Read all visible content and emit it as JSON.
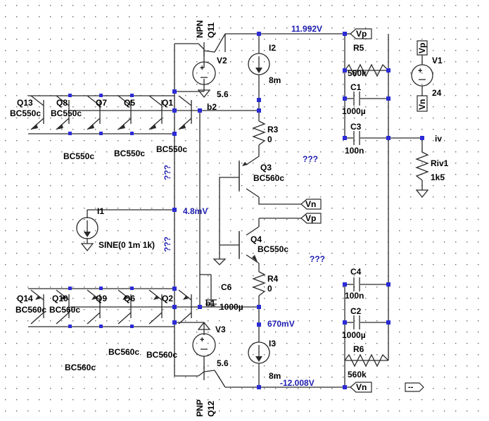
{
  "components": {
    "q11": {
      "name": "Q11",
      "type": "NPN"
    },
    "q12": {
      "name": "Q12",
      "type": "PNP"
    },
    "v2": {
      "name": "V2",
      "value": "5.6"
    },
    "v3": {
      "name": "V3",
      "value": "5.6"
    },
    "i2": {
      "name": "I2",
      "value": "8m"
    },
    "i3": {
      "name": "I3",
      "value": "8m"
    },
    "i1": {
      "name": "I1",
      "value": "SINE(0 1m 1k)"
    },
    "r3": {
      "name": "R3",
      "value": "0"
    },
    "r4": {
      "name": "R4",
      "value": "0"
    },
    "r5": {
      "name": "R5",
      "value": "560k"
    },
    "r6": {
      "name": "R6",
      "value": "560k"
    },
    "c1": {
      "name": "C1",
      "value": "1000µ"
    },
    "c2": {
      "name": "C2",
      "value": "1000µ"
    },
    "c3": {
      "name": "C3",
      "value": "100n"
    },
    "c4": {
      "name": "C4",
      "value": "100n"
    },
    "c6": {
      "name": "C6",
      "value": "1000µ"
    },
    "v1": {
      "name": "V1",
      "value": "24"
    },
    "riv1": {
      "name": "Riv1",
      "value": "1k5"
    },
    "q3": {
      "name": "Q3",
      "model": "BC560c"
    },
    "q4": {
      "name": "Q4",
      "model": "BC550c"
    },
    "top_row": {
      "q13": "Q13",
      "q8": "Q8",
      "q7": "Q7",
      "q5": "Q5",
      "q1": "Q1",
      "model_a": "BC550c",
      "model_b": "BC550c",
      "model_c": "BC550c",
      "model_d": "BC550c",
      "model_e": "BC550c"
    },
    "bot_row": {
      "q14": "Q14",
      "q10": "Q10",
      "q9": "Q9",
      "q6": "Q6",
      "q2": "Q2",
      "model_a": "BC560c",
      "model_b": "BC560c",
      "model_c": "BC560c",
      "model_d": "BC560c",
      "model_e": "BC560c"
    }
  },
  "nets": {
    "vp": "Vp",
    "vn": "Vn",
    "iv": "iv",
    "b1": "b1",
    "b2": "b2",
    "unknown_1": "???",
    "unknown_2": "???",
    "unknown_3": "???",
    "unknown_4": "???"
  },
  "voltages": {
    "top": "11.992V",
    "bottom": "-12.008V",
    "mid": "4.8mV",
    "lower": "670mV"
  },
  "misc": {
    "dash": "--"
  }
}
